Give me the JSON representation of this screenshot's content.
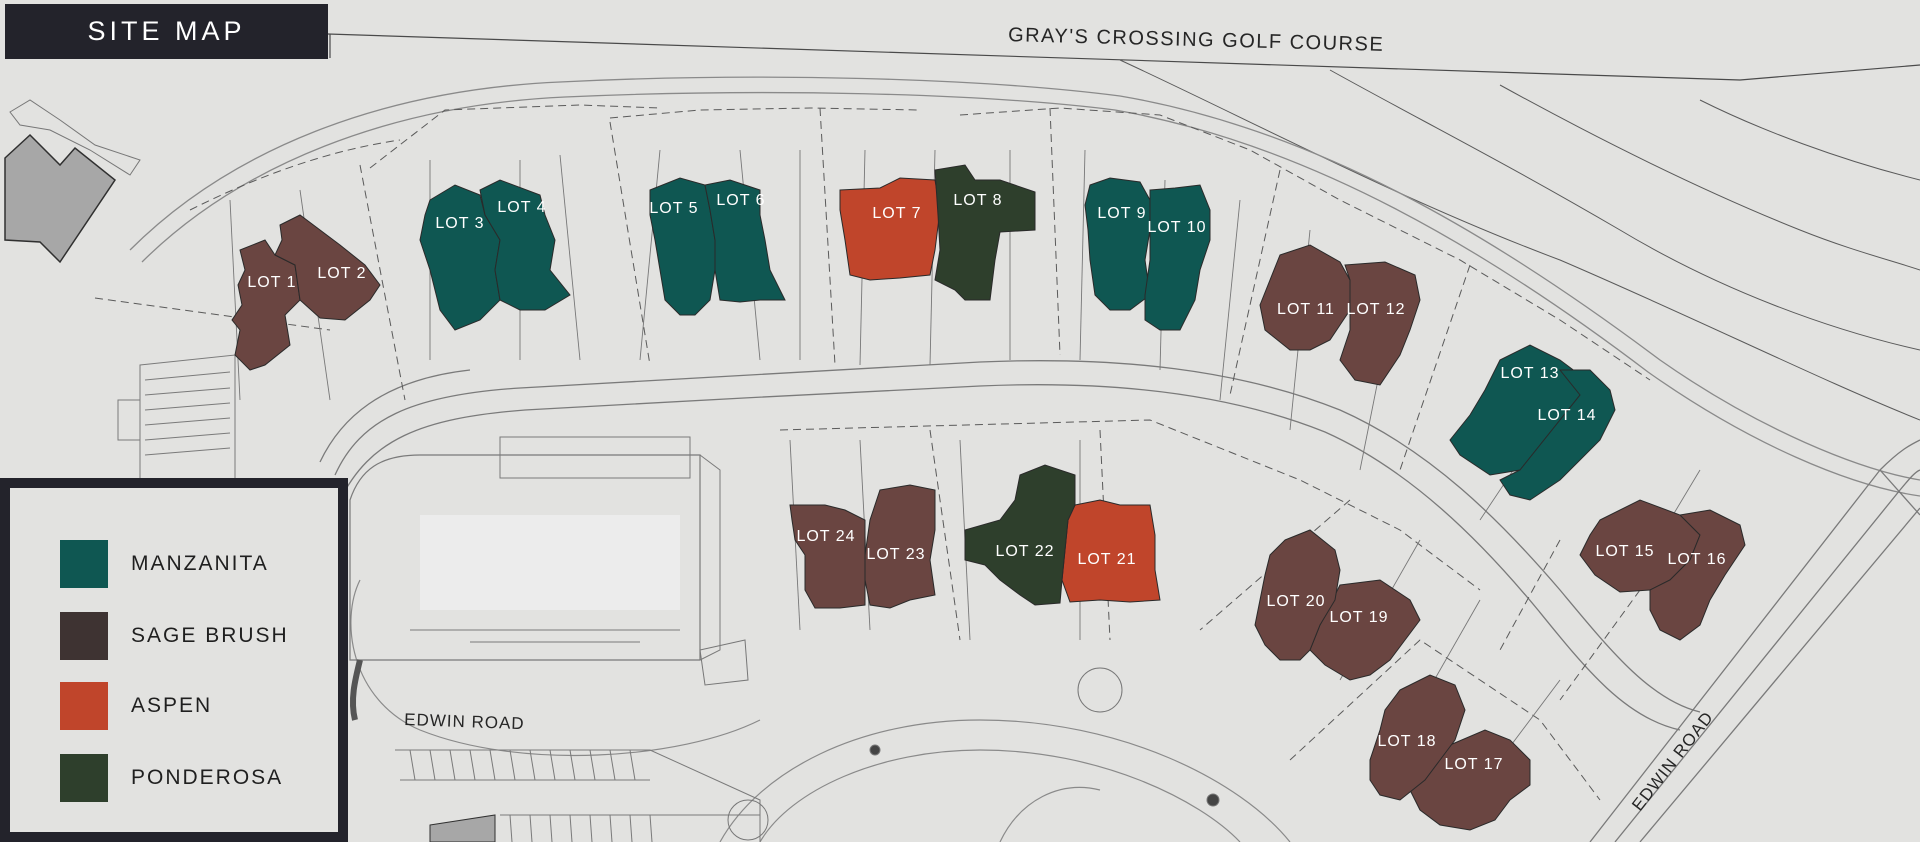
{
  "title": "SITE MAP",
  "labels": {
    "golf_course": "GRAY'S CROSSING GOLF COURSE",
    "edwin_road_left": "EDWIN ROAD",
    "edwin_road_right": "EDWIN ROAD"
  },
  "colors": {
    "manzanita": "#0f5752",
    "sage_brush": "#6a4541",
    "aspen": "#c0452b",
    "ponderosa": "#2e3f2c"
  },
  "legend": [
    {
      "name": "MANZANITA",
      "color": "#0f5752"
    },
    {
      "name": "SAGE BRUSH",
      "color": "#3e3332"
    },
    {
      "name": "ASPEN",
      "color": "#c0452b"
    },
    {
      "name": "PONDEROSA",
      "color": "#2e3f2c"
    }
  ],
  "lots": [
    {
      "label": "LOT 1",
      "type": "sage_brush"
    },
    {
      "label": "LOT 2",
      "type": "sage_brush"
    },
    {
      "label": "LOT 3",
      "type": "manzanita"
    },
    {
      "label": "LOT 4",
      "type": "manzanita"
    },
    {
      "label": "LOT 5",
      "type": "manzanita"
    },
    {
      "label": "LOT 6",
      "type": "manzanita"
    },
    {
      "label": "LOT 7",
      "type": "aspen"
    },
    {
      "label": "LOT 8",
      "type": "ponderosa"
    },
    {
      "label": "LOT 9",
      "type": "manzanita"
    },
    {
      "label": "LOT 10",
      "type": "manzanita"
    },
    {
      "label": "LOT 11",
      "type": "sage_brush"
    },
    {
      "label": "LOT 12",
      "type": "sage_brush"
    },
    {
      "label": "LOT 13",
      "type": "manzanita"
    },
    {
      "label": "LOT 14",
      "type": "manzanita"
    },
    {
      "label": "LOT 15",
      "type": "sage_brush"
    },
    {
      "label": "LOT 16",
      "type": "sage_brush"
    },
    {
      "label": "LOT 17",
      "type": "sage_brush"
    },
    {
      "label": "LOT 18",
      "type": "sage_brush"
    },
    {
      "label": "LOT 19",
      "type": "sage_brush"
    },
    {
      "label": "LOT 20",
      "type": "sage_brush"
    },
    {
      "label": "LOT 21",
      "type": "aspen"
    },
    {
      "label": "LOT 22",
      "type": "ponderosa"
    },
    {
      "label": "LOT 23",
      "type": "sage_brush"
    },
    {
      "label": "LOT 24",
      "type": "sage_brush"
    }
  ]
}
